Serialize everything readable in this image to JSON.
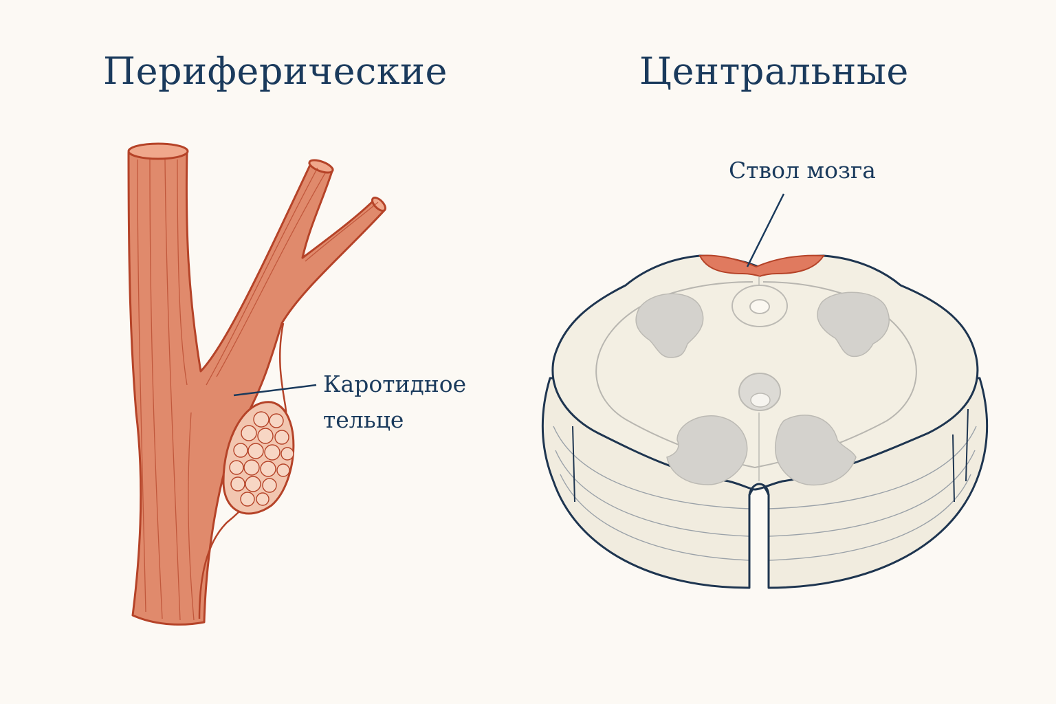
{
  "sections": {
    "peripheral_title": "Периферические",
    "central_title": "Центральные"
  },
  "labels": {
    "carotid_line1": "Каротидное",
    "carotid_line2": "тельце",
    "brainstem": "Ствол мозга"
  },
  "colors": {
    "background": "#fcf9f4",
    "text": "#1a3a5c",
    "vessel_fill": "#e08a6c",
    "vessel_stroke": "#b54328",
    "body_fill": "#f2c6b0",
    "cord_fill": "#f3efe3",
    "cord_outline": "#1e3550",
    "gray_matter": "#d4d2cd",
    "highlight": "#e07a5f"
  },
  "icons": [
    "carotid-artery-illustration",
    "carotid-body-illustration",
    "spinal-cord-cross-section-illustration"
  ]
}
